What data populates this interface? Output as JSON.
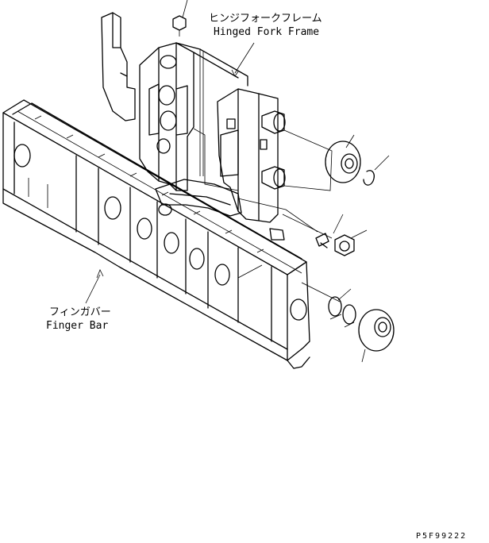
{
  "labels": {
    "hinged_fork_frame_jp": "ヒンジフォークフレーム",
    "hinged_fork_frame_en": "Hinged Fork Frame",
    "finger_bar_jp": "フィンガバー",
    "finger_bar_en": "Finger Bar"
  },
  "drawing_code": "P5F99222",
  "colors": {
    "line": "#000000",
    "background": "#ffffff"
  }
}
